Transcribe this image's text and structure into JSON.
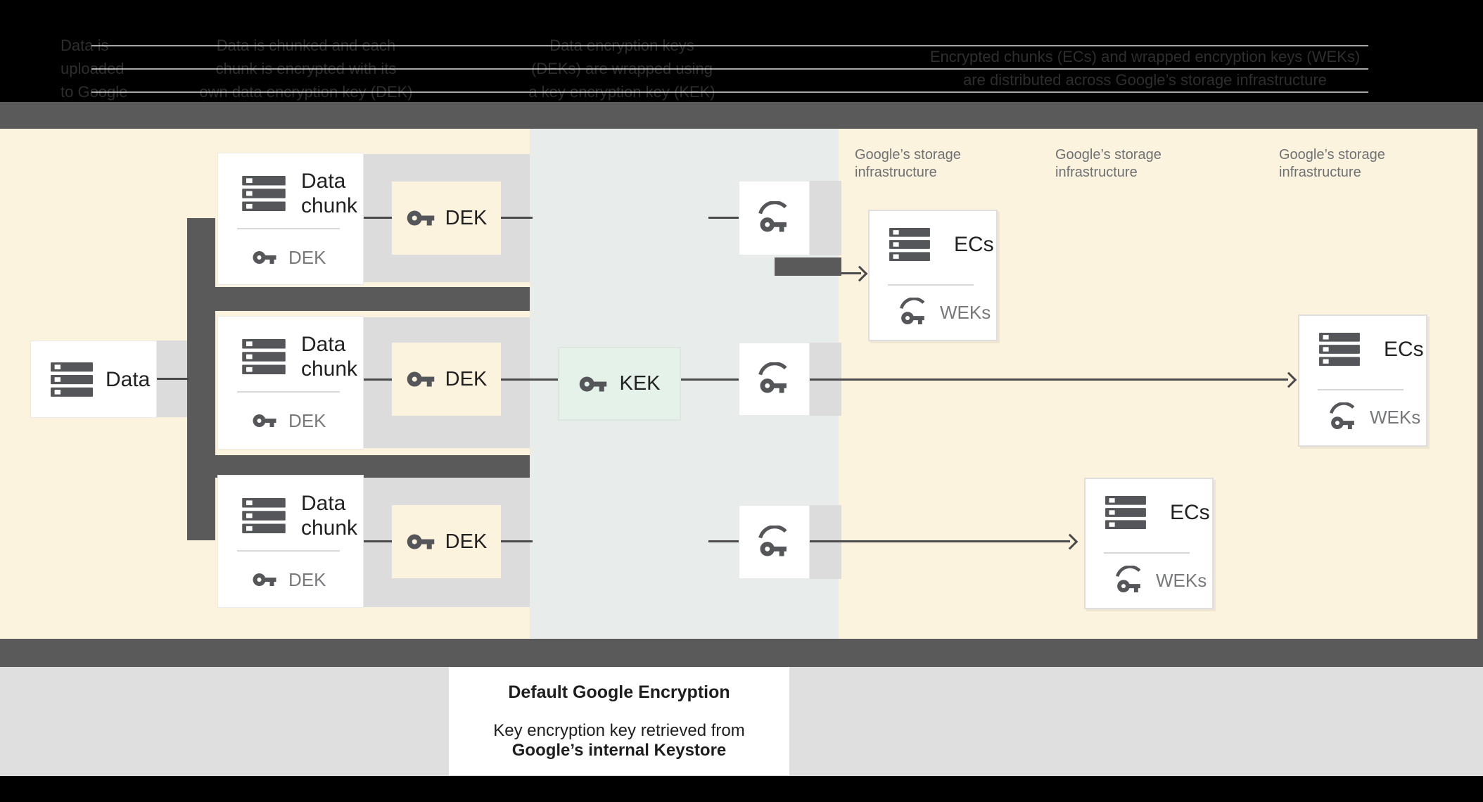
{
  "header": {
    "blocks": [
      {
        "lines": [
          "Data is",
          "uploaded",
          "to Google"
        ]
      },
      {
        "lines": [
          "Data is chunked and each",
          "chunk is encrypted with its",
          "own data encryption key (DEK)"
        ]
      },
      {
        "lines": [
          "Data encryption keys",
          "(DEKs) are wrapped using",
          "a key encryption key (KEK)"
        ]
      },
      {
        "lines": [
          "Encrypted chunks (ECs) and wrapped encryption keys (WEKs)",
          "are distributed across Google’s storage infrastructure"
        ]
      }
    ]
  },
  "diagram": {
    "data_card": {
      "label": "Data"
    },
    "chunk_cards": [
      {
        "title": "Data\nchunk",
        "key_label": "DEK"
      },
      {
        "title": "Data\nchunk",
        "key_label": "DEK"
      },
      {
        "title": "Data\nchunk",
        "key_label": "DEK"
      }
    ],
    "dek_boxes": [
      {
        "label": "DEK"
      },
      {
        "label": "DEK"
      },
      {
        "label": "DEK"
      }
    ],
    "kek_box": {
      "label": "KEK"
    },
    "storage_labels": [
      {
        "text": "Google’s storage\ninfrastructure"
      },
      {
        "text": "Google’s storage\ninfrastructure"
      },
      {
        "text": "Google’s storage\ninfrastructure"
      }
    ],
    "ec_cards": [
      {
        "title": "ECs",
        "key_label": "WEKs"
      },
      {
        "title": "ECs",
        "key_label": "WEKs"
      },
      {
        "title": "ECs",
        "key_label": "WEKs"
      }
    ]
  },
  "caption": {
    "title": "Default Google Encryption",
    "line1": "Key encryption key retrieved from",
    "line2": "Google’s internal Keystore"
  },
  "colors": {
    "cream": "#fbf3dd",
    "mid_band": "#e8ecea",
    "row_band": "#dcdcdc",
    "dark_bar": "#5a5a5a",
    "line": "#4a4a4a",
    "mint": "#e4f2ea",
    "icon": "#545659",
    "muted_text": "#77797c",
    "storage_text": "#6e7174"
  }
}
